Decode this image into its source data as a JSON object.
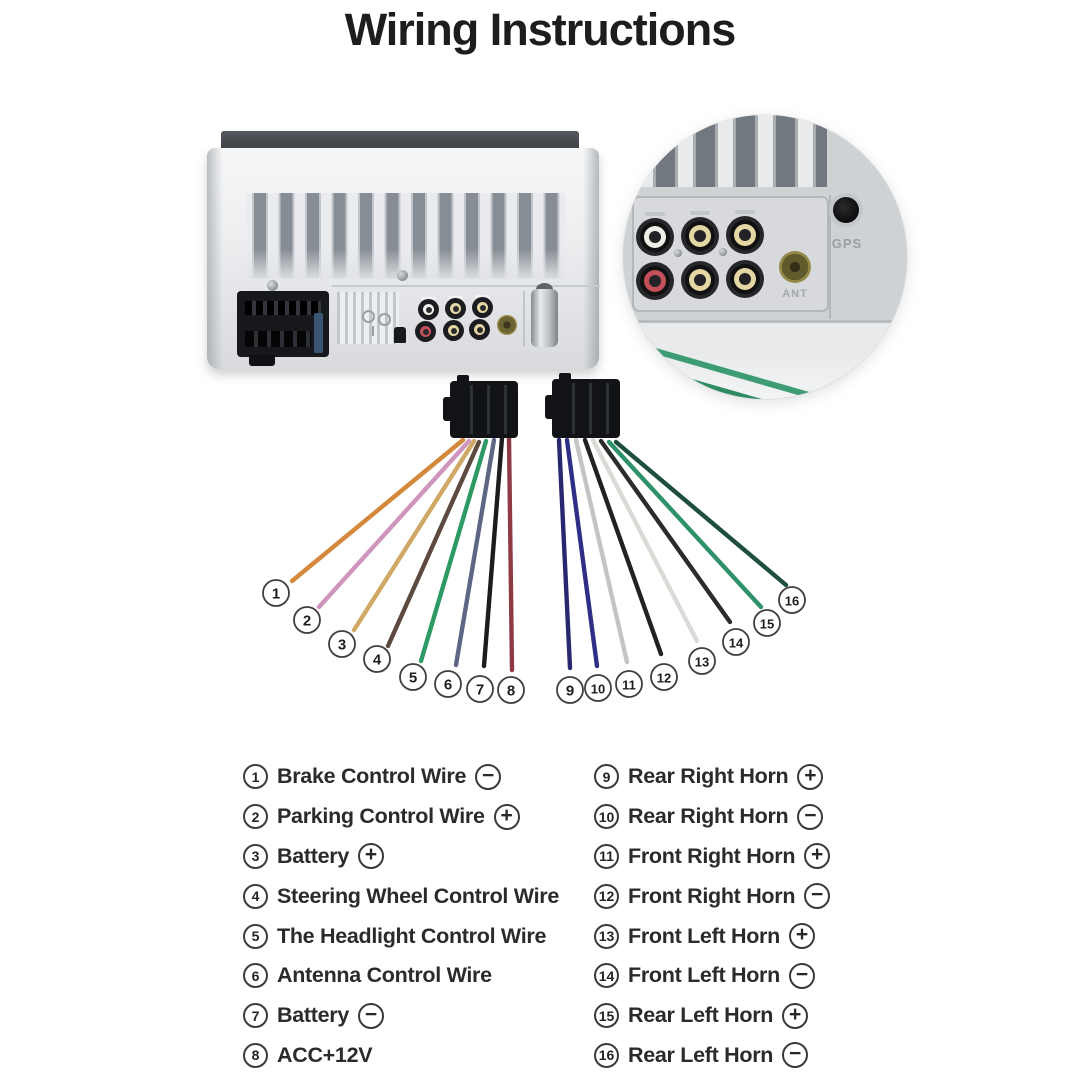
{
  "title": "Wiring Instructions",
  "inset": {
    "gps_label": "GPS",
    "ant_label": "ANT"
  },
  "harness": {
    "left": {
      "wires": [
        {
          "num": "1",
          "color": "#d4883c"
        },
        {
          "num": "2",
          "color": "#cf95bd"
        },
        {
          "num": "3",
          "color": "#cfa865"
        },
        {
          "num": "4",
          "color": "#5d4a3e"
        },
        {
          "num": "5",
          "color": "#2d9a64"
        },
        {
          "num": "6",
          "color": "#5d6785"
        },
        {
          "num": "7",
          "color": "#1c1c1e"
        },
        {
          "num": "8",
          "color": "#8e3a45"
        }
      ]
    },
    "right": {
      "wires": [
        {
          "num": "9",
          "color": "#28286e"
        },
        {
          "num": "10",
          "color": "#2f2f85"
        },
        {
          "num": "11",
          "color": "#c3c5c3"
        },
        {
          "num": "12",
          "color": "#212225"
        },
        {
          "num": "13",
          "color": "#dadad6"
        },
        {
          "num": "14",
          "color": "#2b2c2e"
        },
        {
          "num": "15",
          "color": "#2f9168"
        },
        {
          "num": "16",
          "color": "#1d4f3c"
        }
      ]
    }
  },
  "legend": {
    "left_column": [
      {
        "num": "1",
        "label": "Brake Control Wire",
        "polarity": "−"
      },
      {
        "num": "2",
        "label": "Parking Control Wire",
        "polarity": "+"
      },
      {
        "num": "3",
        "label": "Battery",
        "polarity": "+"
      },
      {
        "num": "4",
        "label": "Steering Wheel Control Wire",
        "polarity": null
      },
      {
        "num": "5",
        "label": "The Headlight Control Wire",
        "polarity": null
      },
      {
        "num": "6",
        "label": "Antenna Control Wire",
        "polarity": null
      },
      {
        "num": "7",
        "label": "Battery",
        "polarity": "−"
      },
      {
        "num": "8",
        "label": "ACC+12V",
        "polarity": null
      }
    ],
    "right_column": [
      {
        "num": "9",
        "label": "Rear Right Horn",
        "polarity": "+"
      },
      {
        "num": "10",
        "label": "Rear Right Horn",
        "polarity": "−"
      },
      {
        "num": "11",
        "label": "Front Right Horn",
        "polarity": "+"
      },
      {
        "num": "12",
        "label": "Front Right Horn",
        "polarity": "−"
      },
      {
        "num": "13",
        "label": "Front Left Horn",
        "polarity": "+"
      },
      {
        "num": "14",
        "label": "Front Left Horn",
        "polarity": "−"
      },
      {
        "num": "15",
        "label": "Rear Left Horn",
        "polarity": "+"
      },
      {
        "num": "16",
        "label": "Rear Left Horn",
        "polarity": "−"
      }
    ]
  }
}
